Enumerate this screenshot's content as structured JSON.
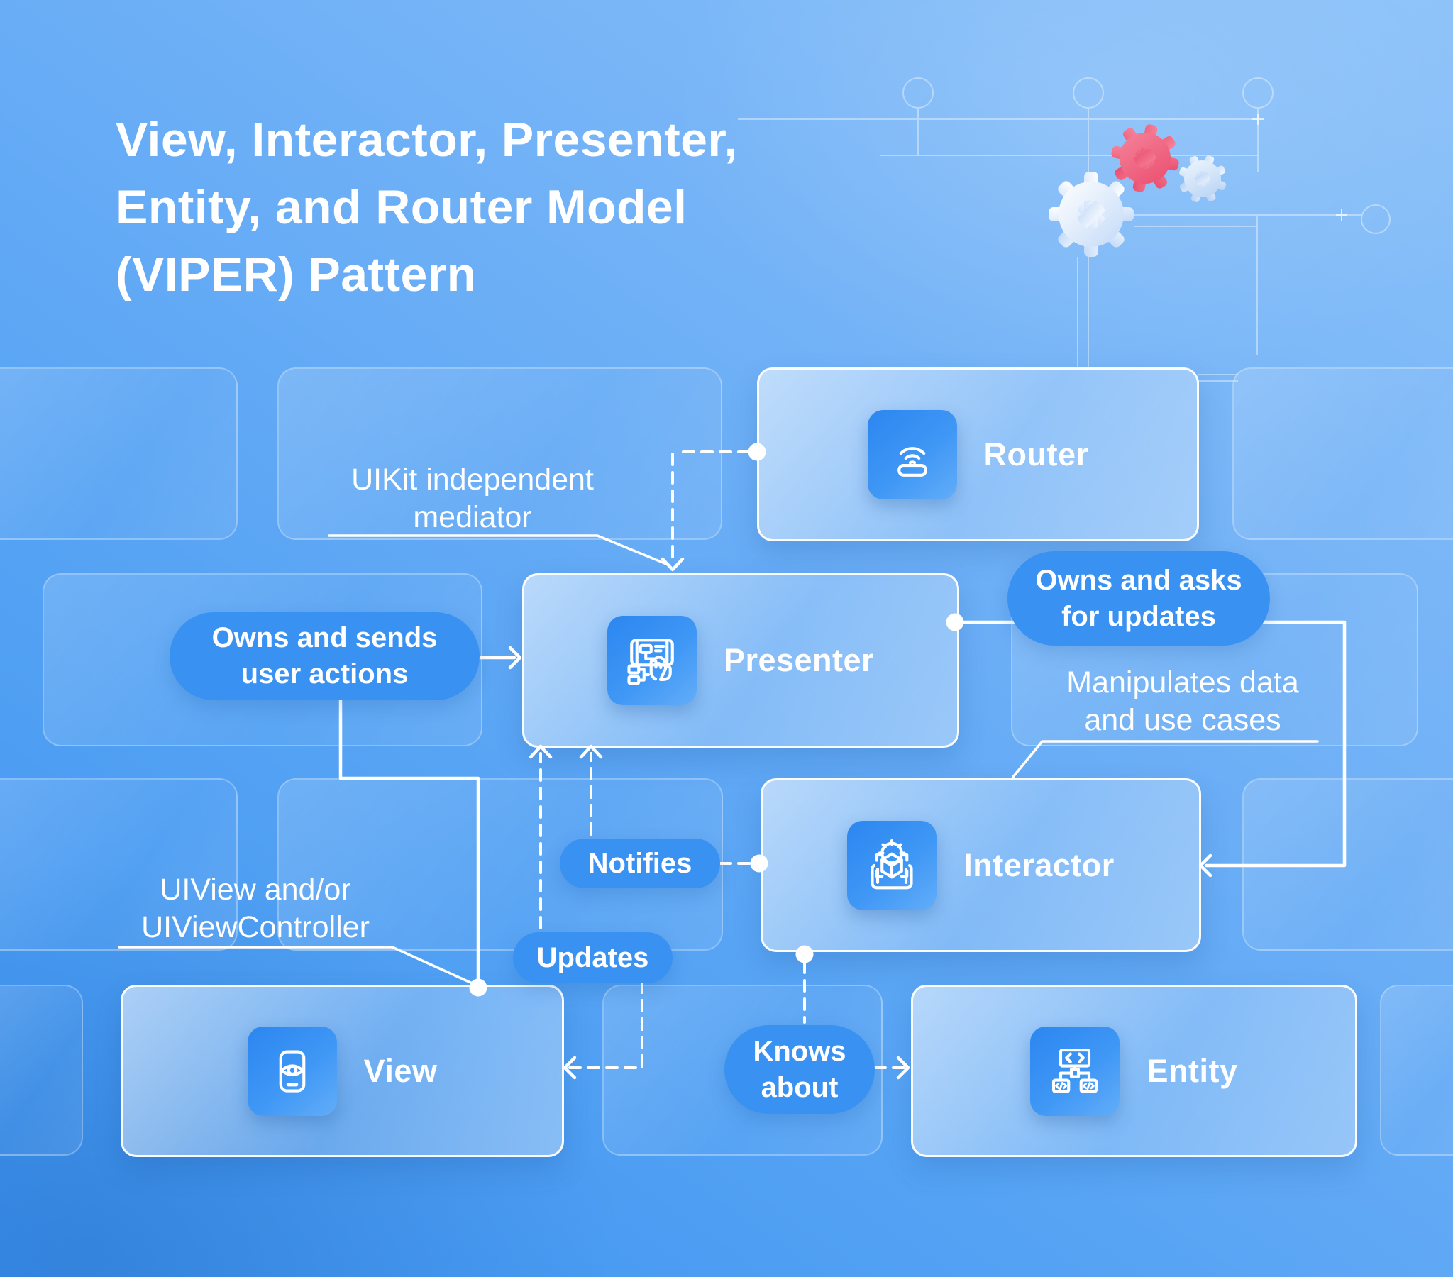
{
  "title": {
    "lines": [
      "View, Interactor, Presenter,",
      "Entity, and Router Model",
      "(VIPER) Pattern"
    ]
  },
  "boxes": {
    "router": {
      "label": "Router",
      "icon": "wifi-router-icon"
    },
    "presenter": {
      "label": "Presenter",
      "icon": "screen-touch-icon"
    },
    "interactor": {
      "label": "Interactor",
      "icon": "gear-cube-icon"
    },
    "view": {
      "label": "View",
      "icon": "phone-eye-icon"
    },
    "entity": {
      "label": "Entity",
      "icon": "code-tree-icon"
    }
  },
  "pills": {
    "owns_sends": {
      "lines": [
        "Owns and sends",
        "user actions"
      ]
    },
    "owns_asks": {
      "lines": [
        "Owns and asks",
        "for updates"
      ]
    },
    "notifies": {
      "label": "Notifies"
    },
    "updates": {
      "label": "Updates"
    },
    "knows_about": {
      "lines": [
        "Knows",
        "about"
      ]
    }
  },
  "annotations": {
    "uikit": {
      "lines": [
        "UIKit independent",
        "mediator"
      ]
    },
    "manipulates": {
      "lines": [
        "Manipulates data",
        "and use cases"
      ]
    },
    "uiview": {
      "lines": [
        "UIView and/or",
        "UIViewController"
      ]
    }
  },
  "colors": {
    "pill_blue": "#3991f2",
    "tile_gradient_from": "#2b86f0",
    "tile_gradient_to": "#62adf9",
    "gear_pink": "#ee5b74",
    "line_white": "#ffffff",
    "background_top": "#8cc2f9",
    "background_bottom": "#3b92f0"
  }
}
